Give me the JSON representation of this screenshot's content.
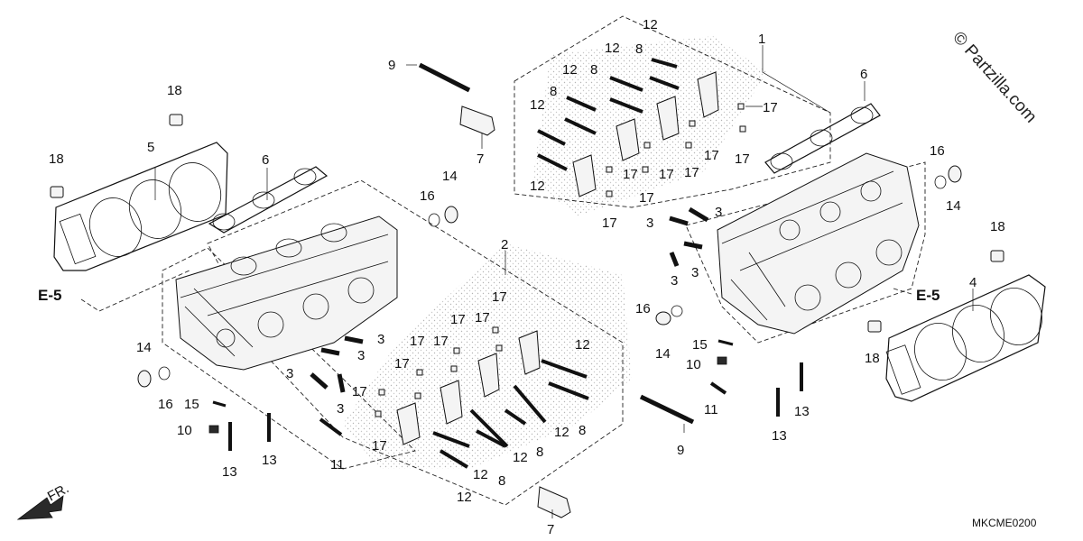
{
  "diagram": {
    "watermark": "© Partzilla.com",
    "diagram_code": "MKCME0200",
    "direction_label": "FR.",
    "reference_label": "E-5",
    "callouts": [
      "1",
      "2",
      "3",
      "4",
      "5",
      "6",
      "7",
      "8",
      "9",
      "10",
      "11",
      "12",
      "13",
      "14",
      "15",
      "16",
      "17",
      "18"
    ]
  }
}
